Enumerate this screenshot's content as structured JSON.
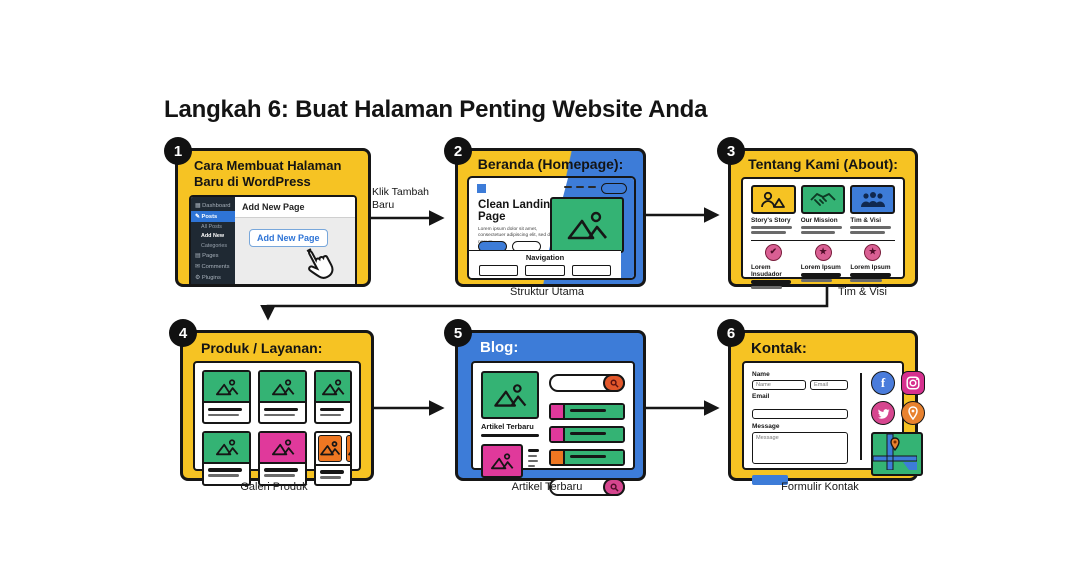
{
  "title": "Langkah 6: Buat Halaman Penting Website Anda",
  "palette": {
    "yellow": "#F6C323",
    "blue": "#3D7CD8",
    "green": "#34B374",
    "magenta": "#E0399B",
    "orange": "#EE7722",
    "pink_badge": "#D95F93",
    "ink": "#161616",
    "wp_sidebar": "#1F2933",
    "wp_blue": "#2E74D6"
  },
  "flow": {
    "arrow_1_2_label": "Klik Tambah Baru"
  },
  "icons": {
    "dashboard-icon": "▦",
    "posts-icon": "✎",
    "pages-icon": "▤",
    "comments-icon": "✉",
    "plugins-icon": "⚙",
    "image-placeholder-icon": "svg-mountain",
    "handshake-icon": "svg-handshake",
    "team-icon": "svg-people",
    "story-icon": "svg-person-mountain",
    "search-icon": "svg-magnifier",
    "cursor-icon": "svg-pointing-hand",
    "facebook-icon": "f",
    "instagram-icon": "svg-camera",
    "twitter-icon": "svg-bird",
    "location-pin-icon": "svg-pin",
    "map-icon": "svg-map"
  },
  "steps": {
    "s1": {
      "number": "1",
      "heading": "Cara Membuat Halaman Baru di WordPress",
      "wordpress": {
        "sidebar": [
          "Dashboard",
          "Posts",
          "All Posts",
          "Add New",
          "Categories",
          "Pages",
          "Comments",
          "Plugins"
        ],
        "page_title": "Add New Page",
        "button": "Add New Page"
      }
    },
    "s2": {
      "number": "2",
      "heading": "Beranda (Homepage):",
      "hero_title": "Clean Landing Page",
      "hero_text": "Lorem ipsum dolor sit amet, consectetuer adipiscing elit, sed diam nonum.",
      "nav_label": "Navigation",
      "caption": "Struktur Utama"
    },
    "s3": {
      "number": "3",
      "heading": "Tentang Kami (About):",
      "tiles": [
        {
          "label": "Story's Story",
          "icon": "story-icon"
        },
        {
          "label": "Our Mission",
          "icon": "handshake-icon"
        },
        {
          "label": "Tim & Visi",
          "icon": "team-icon"
        }
      ],
      "badges": [
        {
          "label": "Lorem Insudador",
          "glyph": "✔",
          "icon": "check-badge-icon"
        },
        {
          "label": "Lorem Ipsum",
          "glyph": "★",
          "icon": "star-badge-icon"
        },
        {
          "label": "Lorem Ipsum",
          "glyph": "★",
          "icon": "star-badge-icon"
        }
      ],
      "caption": "Tim & Visi"
    },
    "s4": {
      "number": "4",
      "heading": "Produk / Layanan:",
      "caption": "Galeri Produk"
    },
    "s5": {
      "number": "5",
      "heading": "Blog:",
      "article_label": "Artikel Terbaru",
      "caption": "Artikel Terbaru"
    },
    "s6": {
      "number": "6",
      "heading": "Kontak:",
      "form": {
        "name_label": "Name",
        "name_placeholder": "Name",
        "email_inline_placeholder": "Email",
        "email_label": "Email",
        "message_label": "Message",
        "message_placeholder": "Message"
      },
      "facebook_letter": "f",
      "caption": "Formulir Kontak"
    }
  }
}
